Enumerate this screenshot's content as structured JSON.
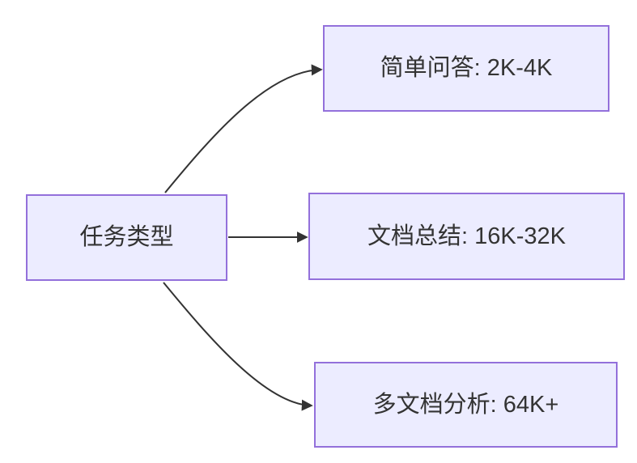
{
  "diagram": {
    "type": "flowchart-left-to-right",
    "root": {
      "label": "任务类型"
    },
    "branches": [
      {
        "label": "简单问答: 2K-4K"
      },
      {
        "label": "文档总结: 16K-32K"
      },
      {
        "label": "多文档分析: 64K+"
      }
    ],
    "colors": {
      "node_fill": "#ECECFF",
      "node_border": "#9370DB",
      "edge": "#333333",
      "text": "#333333",
      "background": "#FFFFFF"
    }
  }
}
